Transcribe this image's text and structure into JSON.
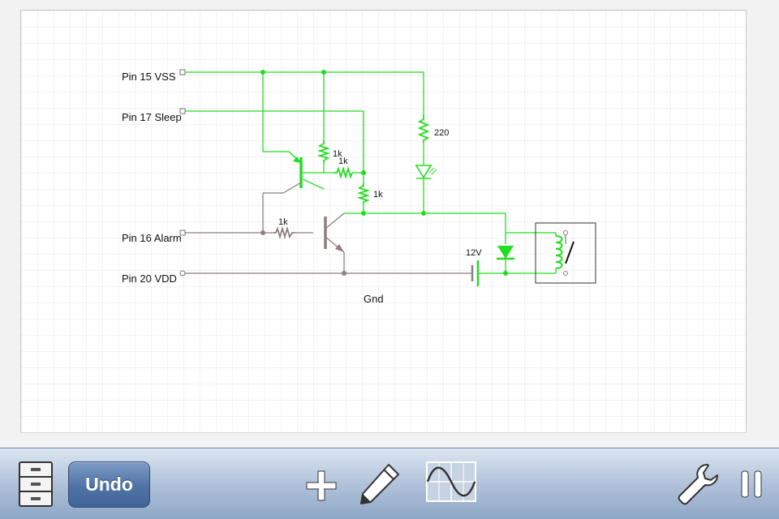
{
  "schematic": {
    "pins": [
      {
        "id": "vss",
        "label": "Pin 15 VSS"
      },
      {
        "id": "sleep",
        "label": "Pin 17 Sleep"
      },
      {
        "id": "alarm",
        "label": "Pin 16 Alarm"
      },
      {
        "id": "vdd",
        "label": "Pin 20 VDD"
      }
    ],
    "components": {
      "r_220": "220",
      "r_1k_a": "1k",
      "r_1k_b": "1k",
      "r_1k_c": "1k",
      "r_1k_d": "1k",
      "battery": "12V",
      "gnd": "Gnd"
    },
    "colors": {
      "active_wire": "#22dd22",
      "inactive_wire": "#8c7f7f",
      "grid": "#e2e2e2",
      "grid_major": "#d2d2d2"
    }
  },
  "toolbar": {
    "undo_label": "Undo",
    "icons": [
      "file-cabinet-icon",
      "plus-icon",
      "pencil-icon",
      "oscilloscope-icon",
      "wrench-icon",
      "pause-icon"
    ]
  }
}
